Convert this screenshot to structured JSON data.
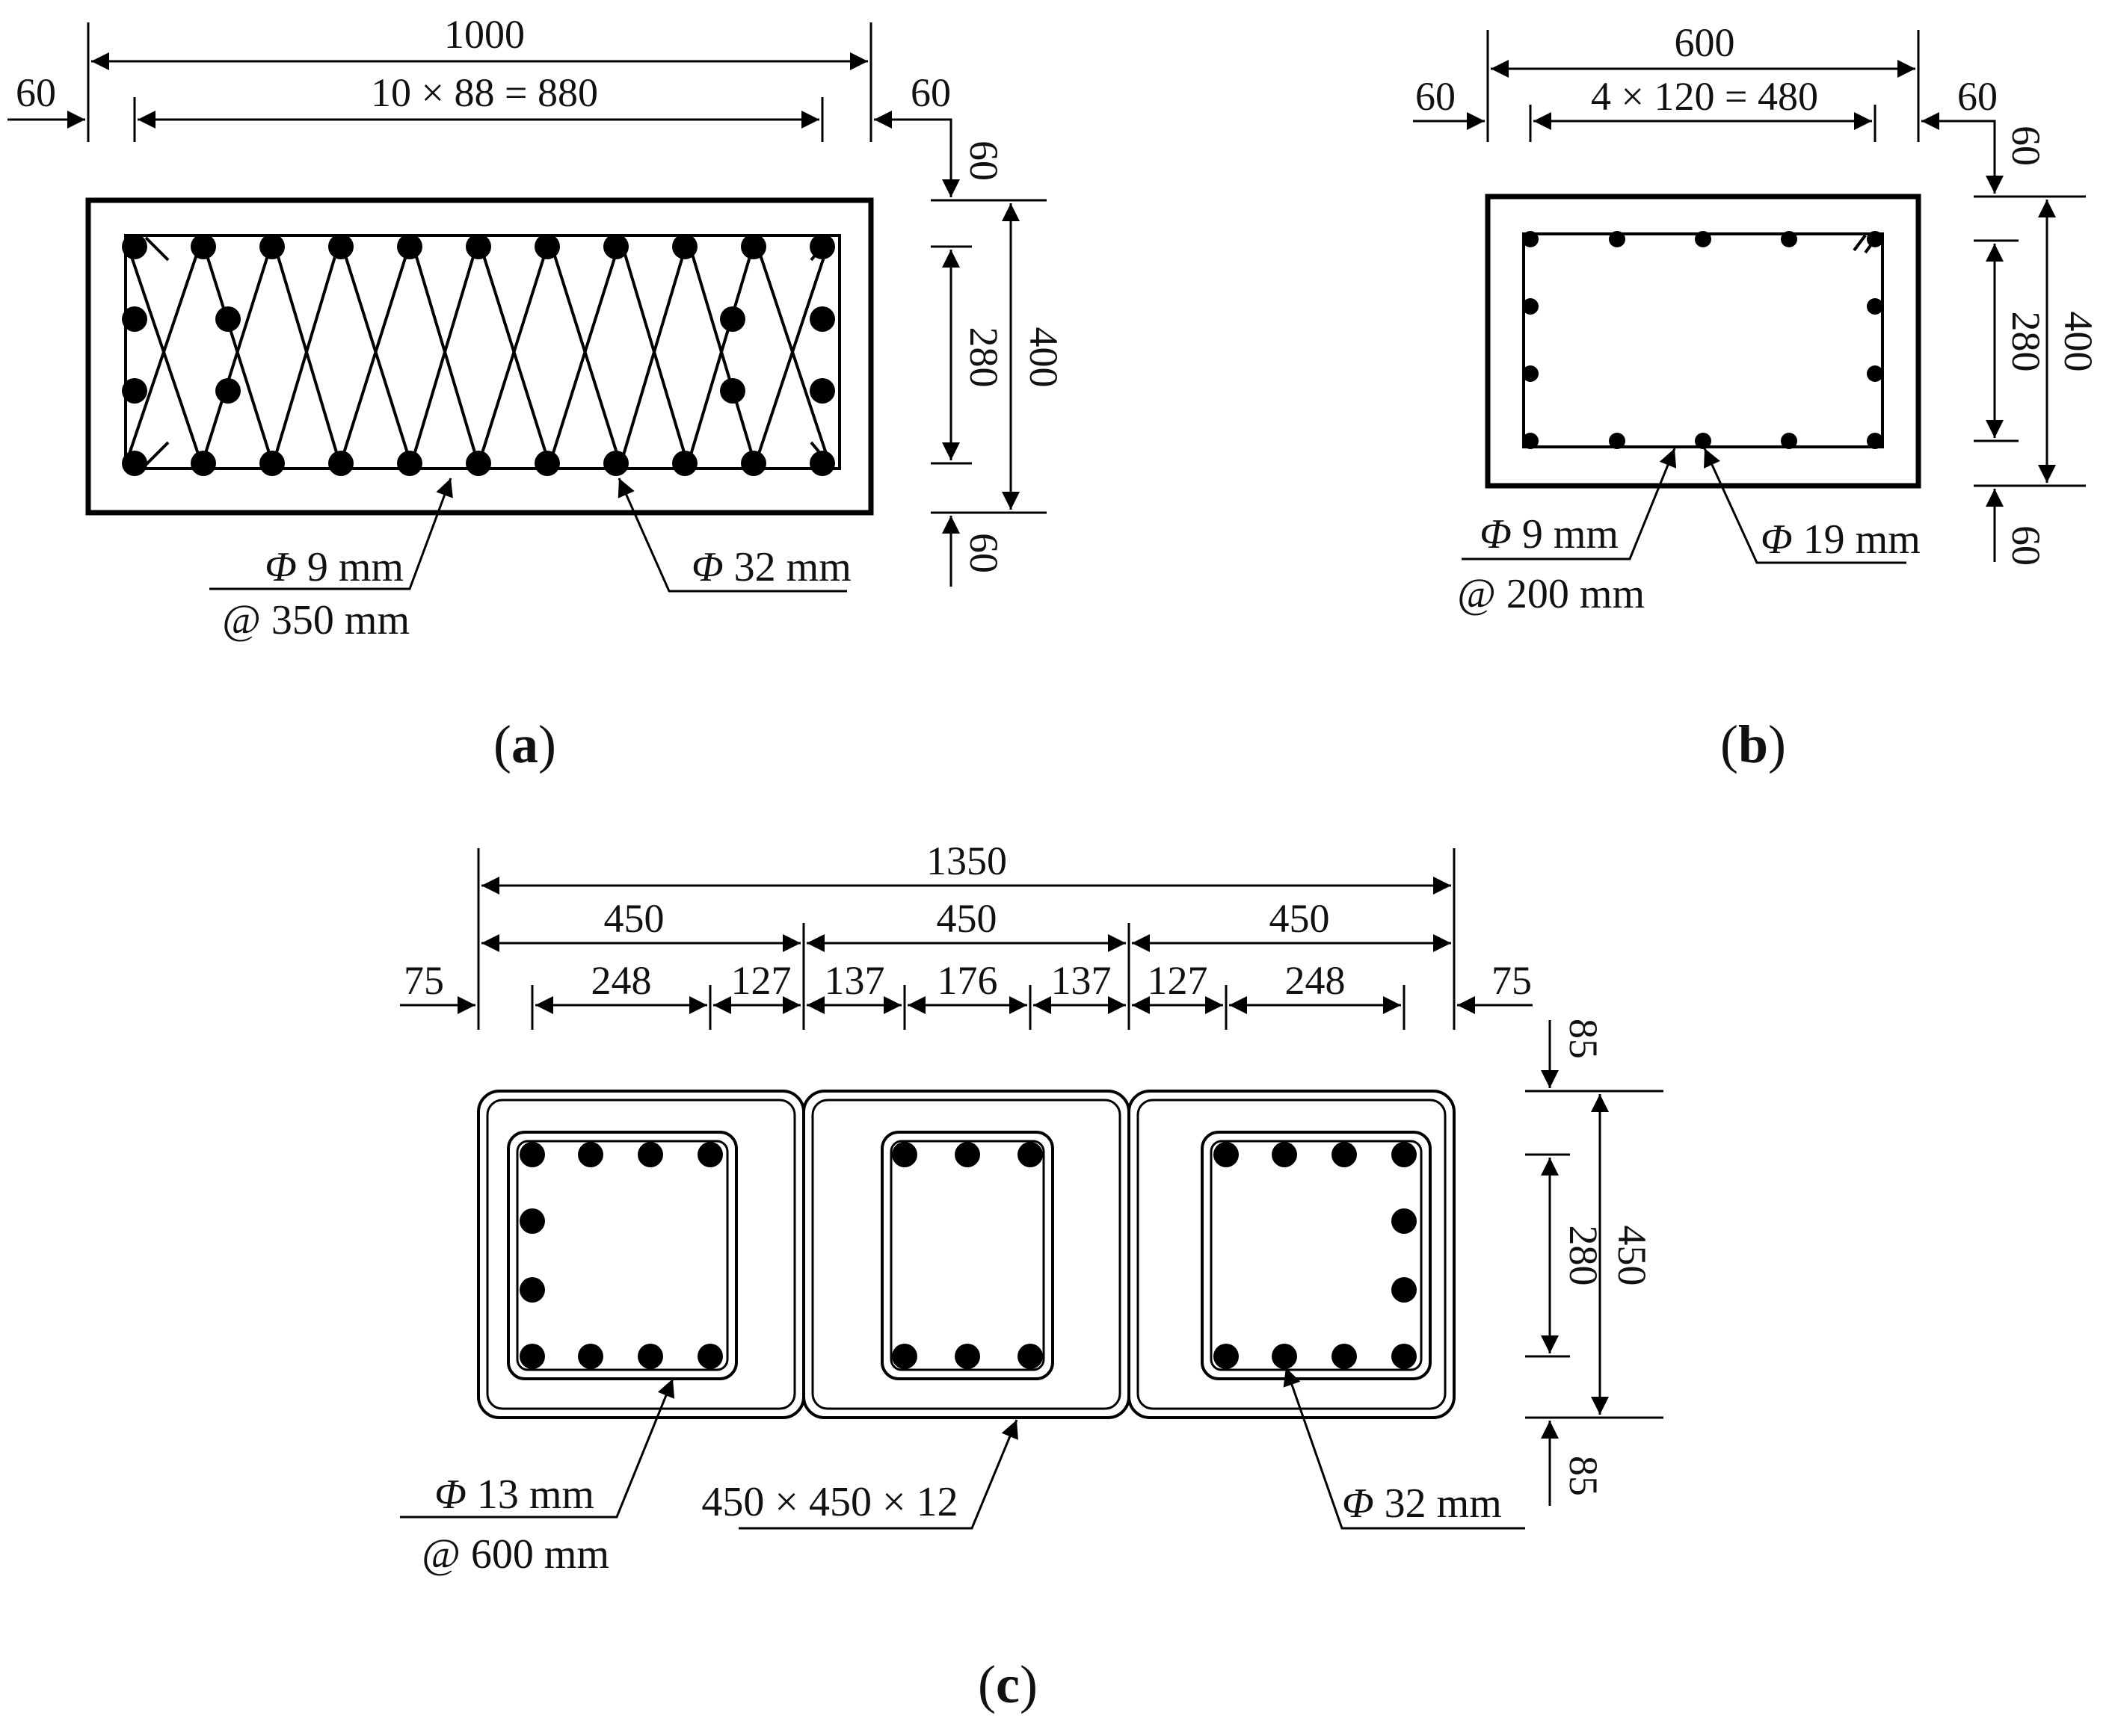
{
  "panel_a": {
    "caption_open": "(",
    "caption_letter": "a",
    "caption_close": ")",
    "overall_width": "1000",
    "bar_spacing": "10 × 88 = 880",
    "cover_left": "60",
    "cover_right": "60",
    "cover_top": "60",
    "cover_bottom": "60",
    "core_height": "280",
    "overall_height": "400",
    "stirrup_phi": "Φ",
    "stirrup_size": " 9 mm",
    "stirrup_spacing": "@ 350 mm",
    "rebar_phi": "Φ",
    "rebar_size": " 32 mm"
  },
  "panel_b": {
    "caption_open": "(",
    "caption_letter": "b",
    "caption_close": ")",
    "overall_width": "600",
    "bar_spacing": "4 × 120 = 480",
    "cover_left": "60",
    "cover_right": "60",
    "cover_top": "60",
    "cover_bottom": "60",
    "core_height": "280",
    "overall_height": "400",
    "stirrup_phi": "Φ",
    "stirrup_size": " 9 mm",
    "stirrup_spacing": "@ 200 mm",
    "rebar_phi": "Φ",
    "rebar_size": " 19 mm"
  },
  "panel_c": {
    "caption_open": "(",
    "caption_letter": "c",
    "caption_close": ")",
    "overall_width": "1350",
    "module_widths": [
      "450",
      "450",
      "450"
    ],
    "bottom_dims": [
      "75",
      "248",
      "127",
      "137",
      "176",
      "137",
      "127",
      "248",
      "75"
    ],
    "cover_top": "85",
    "cover_bottom": "85",
    "core_height": "280",
    "overall_height": "450",
    "stirrup_phi": "Φ",
    "stirrup_size": " 13 mm",
    "stirrup_spacing": "@ 600 mm",
    "tube_label": "450 × 450 × 12",
    "rebar_phi": "Φ",
    "rebar_size": " 32 mm"
  }
}
